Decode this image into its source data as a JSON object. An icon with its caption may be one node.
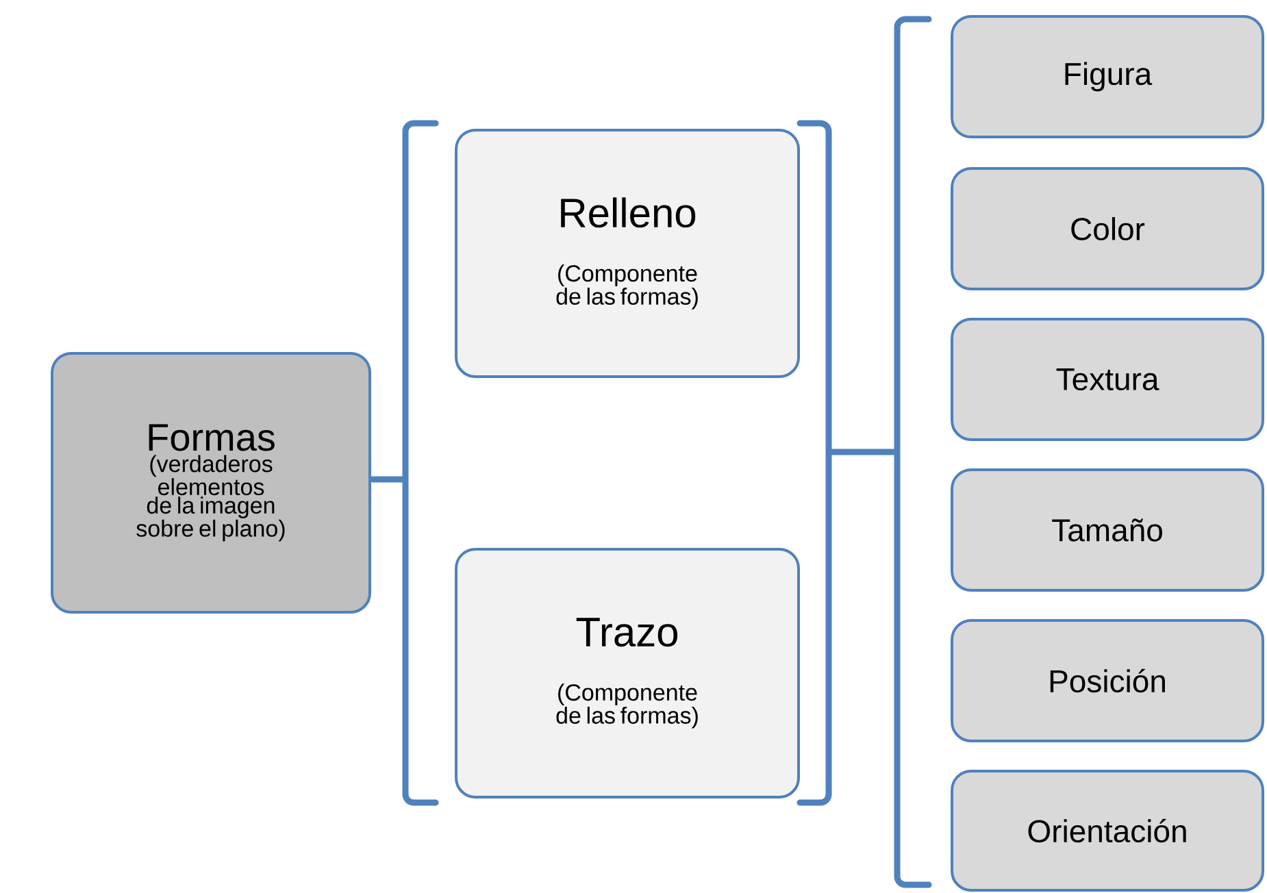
{
  "diagram": {
    "nodes": [
      {
        "text": [
          "Formas",
          "(verdaderos elementos de la imagen sobre el plano)"
        ]
      },
      {
        "text": [
          "Relleno",
          "(Componente de las formas)"
        ]
      },
      {
        "text": [
          "Trazo",
          "(Componente de las formas)"
        ]
      },
      {
        "text": [
          "Figura"
        ]
      },
      {
        "text": [
          "Color"
        ]
      },
      {
        "text": [
          "Textura"
        ]
      },
      {
        "text": [
          "Tamaño"
        ]
      },
      {
        "text": [
          "Posición"
        ]
      },
      {
        "text": [
          "Orientación"
        ]
      }
    ]
  }
}
